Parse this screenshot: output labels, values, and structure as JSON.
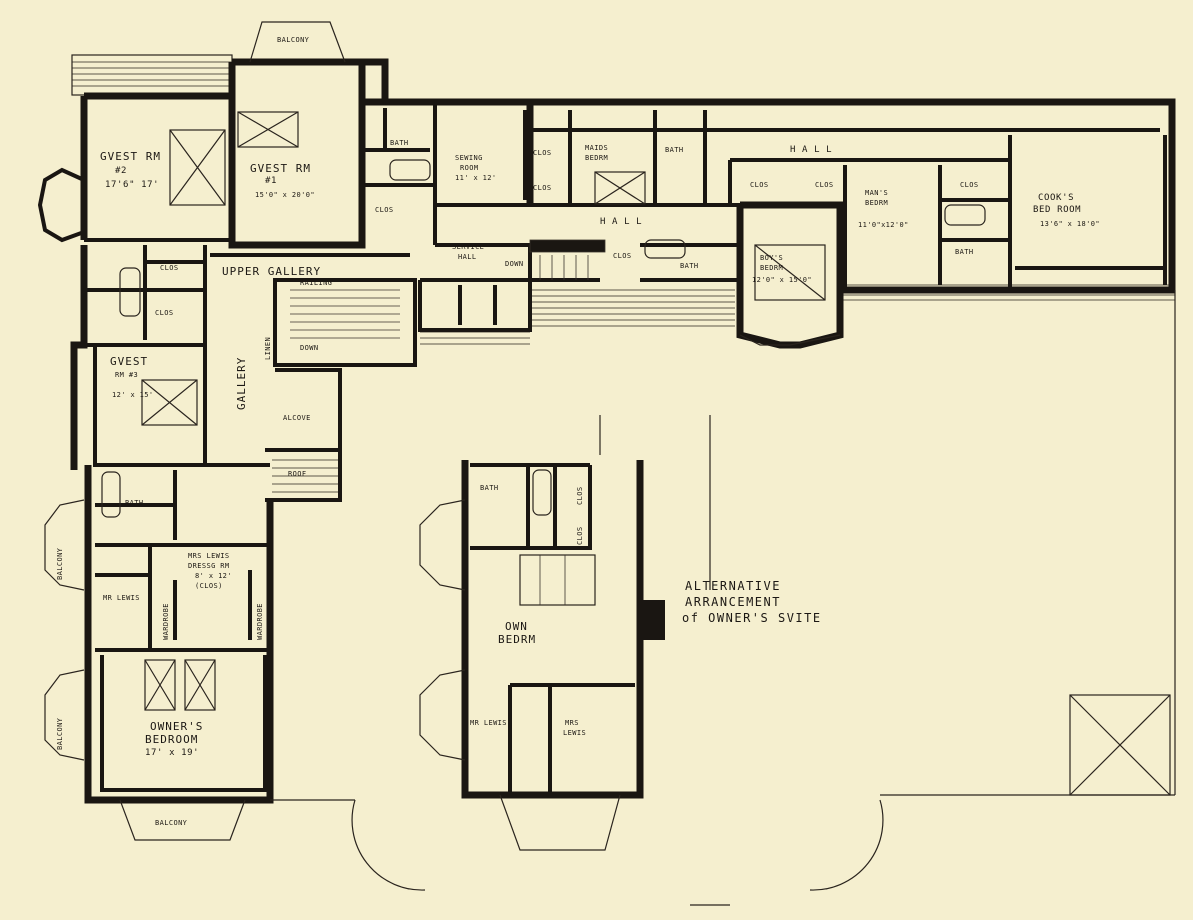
{
  "rooms": {
    "guest2_name": "GVEST RM",
    "guest2_num": "#2",
    "guest2_size": "17'6\" 17'",
    "guest1_name": "GVEST RM",
    "guest1_num": "#1",
    "guest1_size": "15'0\" x 20'0\"",
    "bath_a": "BATH",
    "clos_a": "CLOS",
    "sewing_name": "SEWING",
    "sewing_name2": "ROOM",
    "sewing_size": "11' x 12'",
    "clos_b": "CLOS",
    "clos_c": "CLOS",
    "maids_name": "MAIDS",
    "maids_name2": "BEDRM",
    "bath_b": "BATH",
    "hall_top": "H A L L",
    "hall_mid": "H A L L",
    "clos_d": "CLOS",
    "clos_e": "CLOS",
    "mans_name": "MAN'S",
    "mans_name2": "BEDRM",
    "mans_size": "11'0\"x12'0\"",
    "clos_f": "CLOS",
    "bath_c": "BATH",
    "cooks_name": "COOK'S",
    "cooks_name2": "BED ROOM",
    "cooks_size": "13'6\" x 18'0\"",
    "service_hall": "SERVICE",
    "service_hall2": "HALL",
    "down_a": "DOWN",
    "clos_g": "CLOS",
    "bath_d": "BATH",
    "boys_name": "BOY'S",
    "boys_name2": "BEDRM",
    "boys_size": "12'0\" x 15'0\"",
    "upper_gallery": "UPPER GALLERY",
    "railing": "RAILING",
    "down_b": "DOWN",
    "gallery": "GALLERY",
    "linen": "LINEN",
    "clos_h": "CLOS",
    "clos_i": "CLOS",
    "guest3_name": "GVEST",
    "guest3_num": "RM #3",
    "guest3_size": "12' x 15'",
    "alcove": "ALCOVE",
    "roof": "ROOF",
    "bath_e": "BATH",
    "balcony_top": "BALCONY",
    "balcony_l1": "BALCONY",
    "balcony_l2": "BALCONY",
    "balcony_bottom": "BALCONY",
    "mrs_dress": "MRS LEWIS",
    "mrs_dress2": "DRESSG RM",
    "mrs_dress_size": "8' x 12'",
    "mrs_dress3": "(CLOS)",
    "mr_lewis": "MR LEWIS",
    "wardrobe_a": "WARDROBE",
    "wardrobe_b": "WARDROBE",
    "owners_name": "OWNER'S",
    "owners_name2": "BEDROOM",
    "owners_size": "17' x 19'",
    "alt_bath": "BATH",
    "alt_clos1": "CLOS",
    "alt_clos2": "CLOS",
    "alt_owners": "OWN",
    "alt_owners2": "BEDRM",
    "alt_mr": "MR LEWIS",
    "alt_mrs": "MRS",
    "alt_mrs2": "LEWIS"
  },
  "note": {
    "line1": "ALTERNATIVE",
    "line2": "ARRANCEMENT",
    "line3": "of OWNER'S SVITE"
  }
}
